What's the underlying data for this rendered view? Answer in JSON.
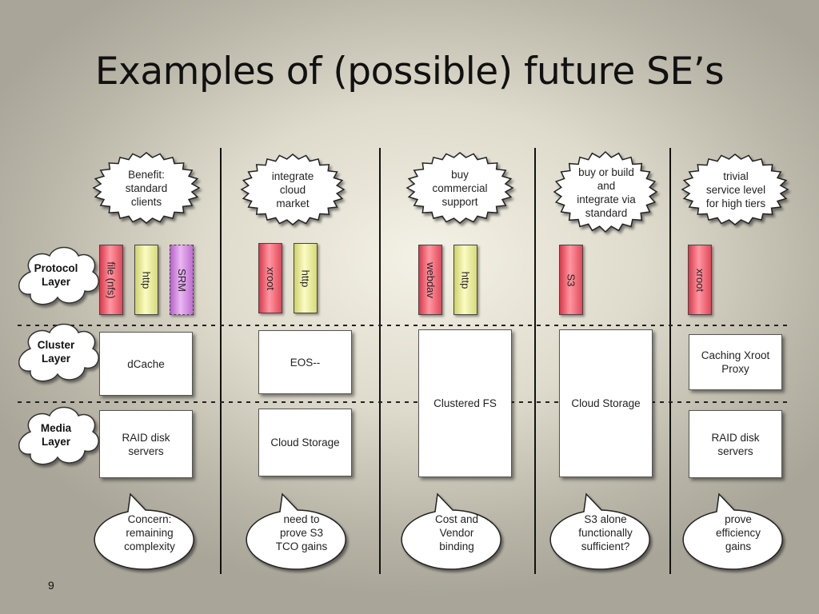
{
  "slide": {
    "title": "Examples of (possible) future SE’s",
    "page_number": "9"
  },
  "layers": [
    {
      "label": "Protocol\nLayer"
    },
    {
      "label": "Cluster\nLayer"
    },
    {
      "label": "Media\nLayer"
    }
  ],
  "columns": [
    {
      "benefit": "Benefit:\nstandard\nclients",
      "protocols": [
        {
          "label": "file (nfs)",
          "color": "red"
        },
        {
          "label": "http",
          "color": "yellow"
        },
        {
          "label": "SRM",
          "color": "purple"
        }
      ],
      "cluster": "dCache",
      "media": "RAID disk\nservers",
      "concern": "Concern:\nremaining\ncomplexity"
    },
    {
      "benefit": "integrate\ncloud\nmarket",
      "protocols": [
        {
          "label": "xroot",
          "color": "red"
        },
        {
          "label": "http",
          "color": "yellow"
        }
      ],
      "cluster": "EOS--",
      "media": "Cloud Storage",
      "concern": "need to\nprove S3\nTCO gains"
    },
    {
      "benefit": "buy\ncommercial\nsupport",
      "protocols": [
        {
          "label": "webdav",
          "color": "red"
        },
        {
          "label": "http",
          "color": "yellow"
        }
      ],
      "cluster_media": "Clustered FS",
      "concern": "Cost and\nVendor\nbinding"
    },
    {
      "benefit": "buy or build\nand\nintegrate via\nstandard",
      "protocols": [
        {
          "label": "S3",
          "color": "red"
        }
      ],
      "cluster_media": "Cloud Storage",
      "concern": "S3 alone\nfunctionally\nsufficient?"
    },
    {
      "benefit": "trivial\nservice level\nfor high tiers",
      "protocols": [
        {
          "label": "xroot",
          "color": "red"
        }
      ],
      "cluster": "Caching Xroot\nProxy",
      "media": "RAID disk\nservers",
      "concern": "prove\nefficiency\ngains"
    }
  ],
  "colors": {
    "protocol_red": "#f2606f",
    "protocol_yellow": "#f3f4a6",
    "protocol_purple": "#d891e6"
  }
}
